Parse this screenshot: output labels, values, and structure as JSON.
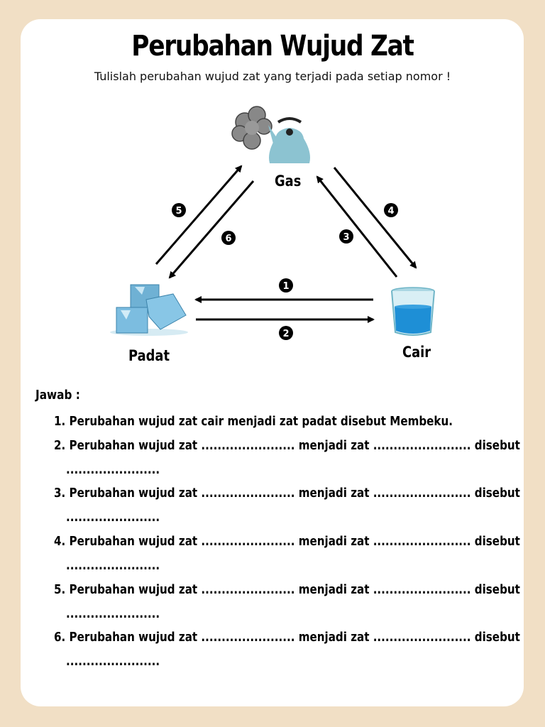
{
  "title": "Perubahan Wujud Zat",
  "subtitle": "Tulislah perubahan wujud zat yang terjadi pada setiap nomor !",
  "diagram": {
    "states": {
      "gas": "Gas",
      "cair": "Cair",
      "padat": "Padat"
    },
    "numbers": [
      "1",
      "2",
      "3",
      "4",
      "5",
      "6"
    ],
    "icons": [
      "steam-icon",
      "kettle-icon",
      "water-glass-icon",
      "ice-cubes-icon"
    ]
  },
  "answers": {
    "label": "Jawab :",
    "items": [
      {
        "num": "1.",
        "text": "Perubahan wujud zat cair menjadi zat padat disebut Membeku.",
        "cont": ""
      },
      {
        "num": "2.",
        "text": "Perubahan wujud zat ....................... menjadi zat ........................ disebut",
        "cont": "......................."
      },
      {
        "num": "3.",
        "text": "Perubahan wujud zat ....................... menjadi zat ........................ disebut",
        "cont": "......................."
      },
      {
        "num": "4.",
        "text": "Perubahan wujud zat ....................... menjadi zat ........................ disebut",
        "cont": "......................."
      },
      {
        "num": "5.",
        "text": "Perubahan wujud zat ....................... menjadi zat ........................ disebut",
        "cont": "......................."
      },
      {
        "num": "6.",
        "text": "Perubahan wujud zat ....................... menjadi zat ........................ disebut",
        "cont": "......................."
      }
    ]
  }
}
